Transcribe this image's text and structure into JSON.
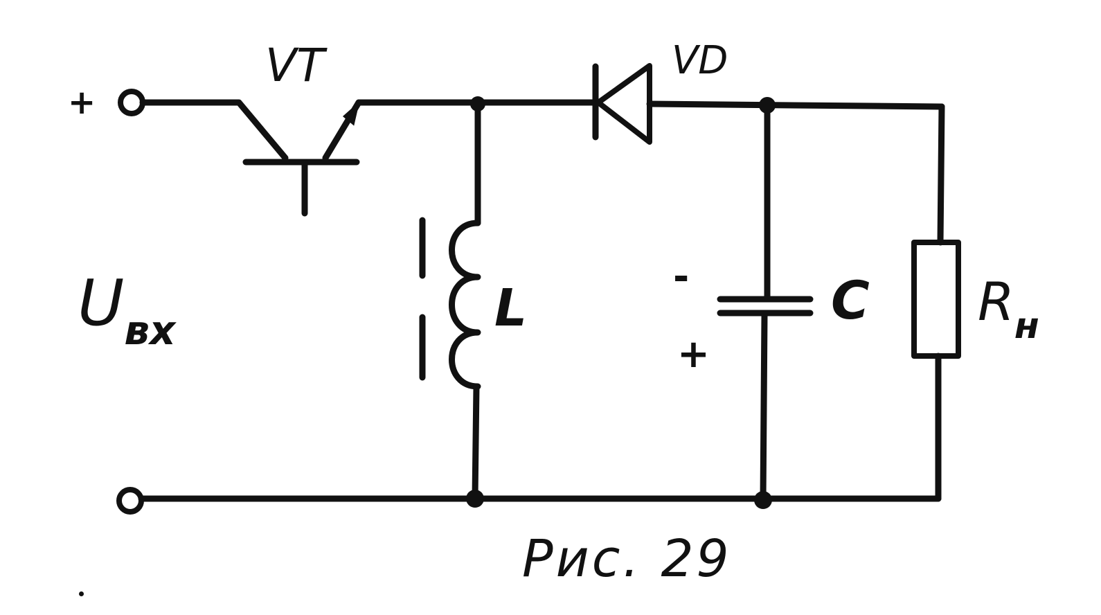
{
  "labels": {
    "vt": "VT",
    "vd": "VD",
    "input_plus": "+",
    "u_main": "U",
    "u_sub": "вх",
    "inductor": "L",
    "capacitor": "C",
    "cap_minus": "-",
    "cap_plus": "+",
    "r_main": "R",
    "r_sub": "н",
    "caption": "Рис. 29"
  },
  "colors": {
    "ink": "#111111",
    "background": "#ffffff"
  }
}
